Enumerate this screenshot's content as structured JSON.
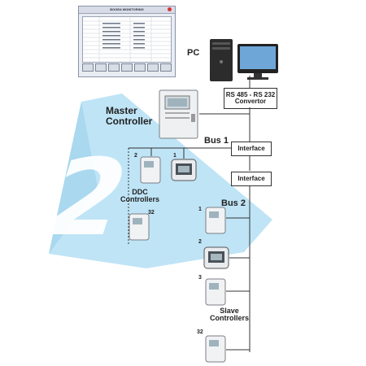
{
  "software_window": {
    "title": "BOGEA MONITORING"
  },
  "labels": {
    "pc": "PC",
    "converter_line1": "RS 485 - RS 232",
    "converter_line2": "Convertor",
    "master_line1": "Master",
    "master_line2": "Controller",
    "bus1": "Bus 1",
    "interface1": "Interface",
    "interface2": "Interface",
    "bus2": "Bus 2",
    "ddc_line1": "DDC",
    "ddc_line2": "Controllers",
    "slave_line1": "Slave",
    "slave_line2": "Controllers",
    "big_number": "2"
  },
  "numbers": {
    "ddc_2": "2",
    "ddc_1": "1",
    "ddc_32": "32",
    "slave_1": "1",
    "slave_2": "2",
    "slave_3": "3",
    "slave_32": "32"
  },
  "icons": [
    "monitor-screenshot-icon",
    "pc-tower-icon",
    "pc-monitor-icon",
    "controller-cabinet-icon",
    "controller-unit-icon"
  ],
  "colors": {
    "accent_wedge": "#bfe4f6",
    "big_number": "#ffffff",
    "line": "#333333"
  }
}
